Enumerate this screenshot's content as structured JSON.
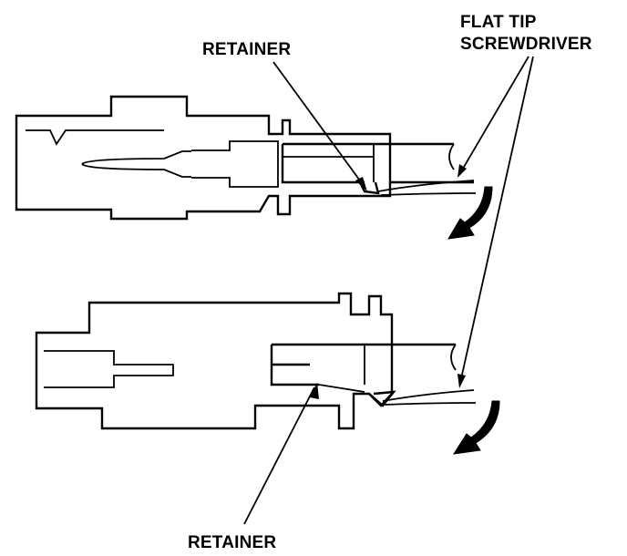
{
  "labels": {
    "retainer_top": "RETAINER",
    "retainer_bottom": "RETAINER",
    "screwdriver_line1": "FLAT TIP",
    "screwdriver_line2": "SCREWDRIVER"
  },
  "colors": {
    "ink": "#000000",
    "paper": "#ffffff"
  },
  "icons": {
    "rotation_arrow": "curved-arrow-icon"
  }
}
